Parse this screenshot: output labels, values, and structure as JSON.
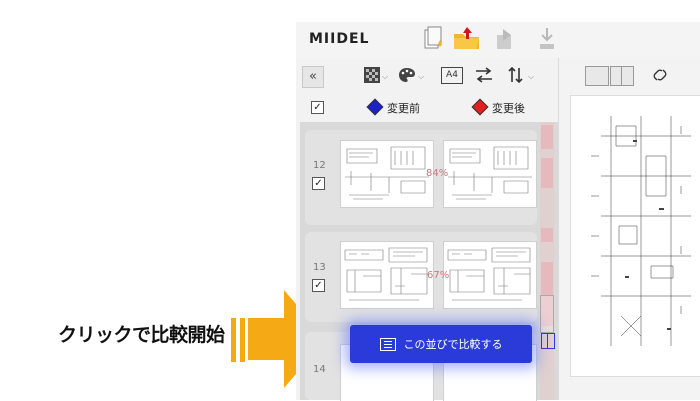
{
  "annotation": {
    "text": "クリックで比較開始"
  },
  "app": {
    "logo": "MIIDEL",
    "toolbar_icons": [
      "new-file-icon",
      "open-folder-icon",
      "export-icon",
      "download-icon"
    ]
  },
  "panel": {
    "collapse_label": "«",
    "tools": {
      "color_mode_icon": "checkerboard-icon",
      "palette_icon": "palette-icon",
      "paper_size_label": "A4",
      "swap_icon": "swap-arrows-icon",
      "sort_icon": "sort-icon"
    },
    "legend": {
      "before_label": "変更前",
      "after_label": "変更後",
      "before_color": "#1a22c8",
      "after_color": "#e02020"
    },
    "rows": [
      {
        "num": "12",
        "checked": true,
        "percent": "84%"
      },
      {
        "num": "13",
        "checked": true,
        "percent": "67%"
      },
      {
        "num": "14",
        "checked": false,
        "percent": ""
      }
    ],
    "compare_button": {
      "label": "この並びで比較する",
      "icon": "list-icon",
      "color": "#2b3bd9"
    }
  },
  "viewer": {
    "view_modes": [
      "single-view-icon",
      "split-view-icon",
      "link-icon"
    ]
  },
  "colors": {
    "arrow": "#f4a915",
    "accent": "#2b3bd9"
  }
}
